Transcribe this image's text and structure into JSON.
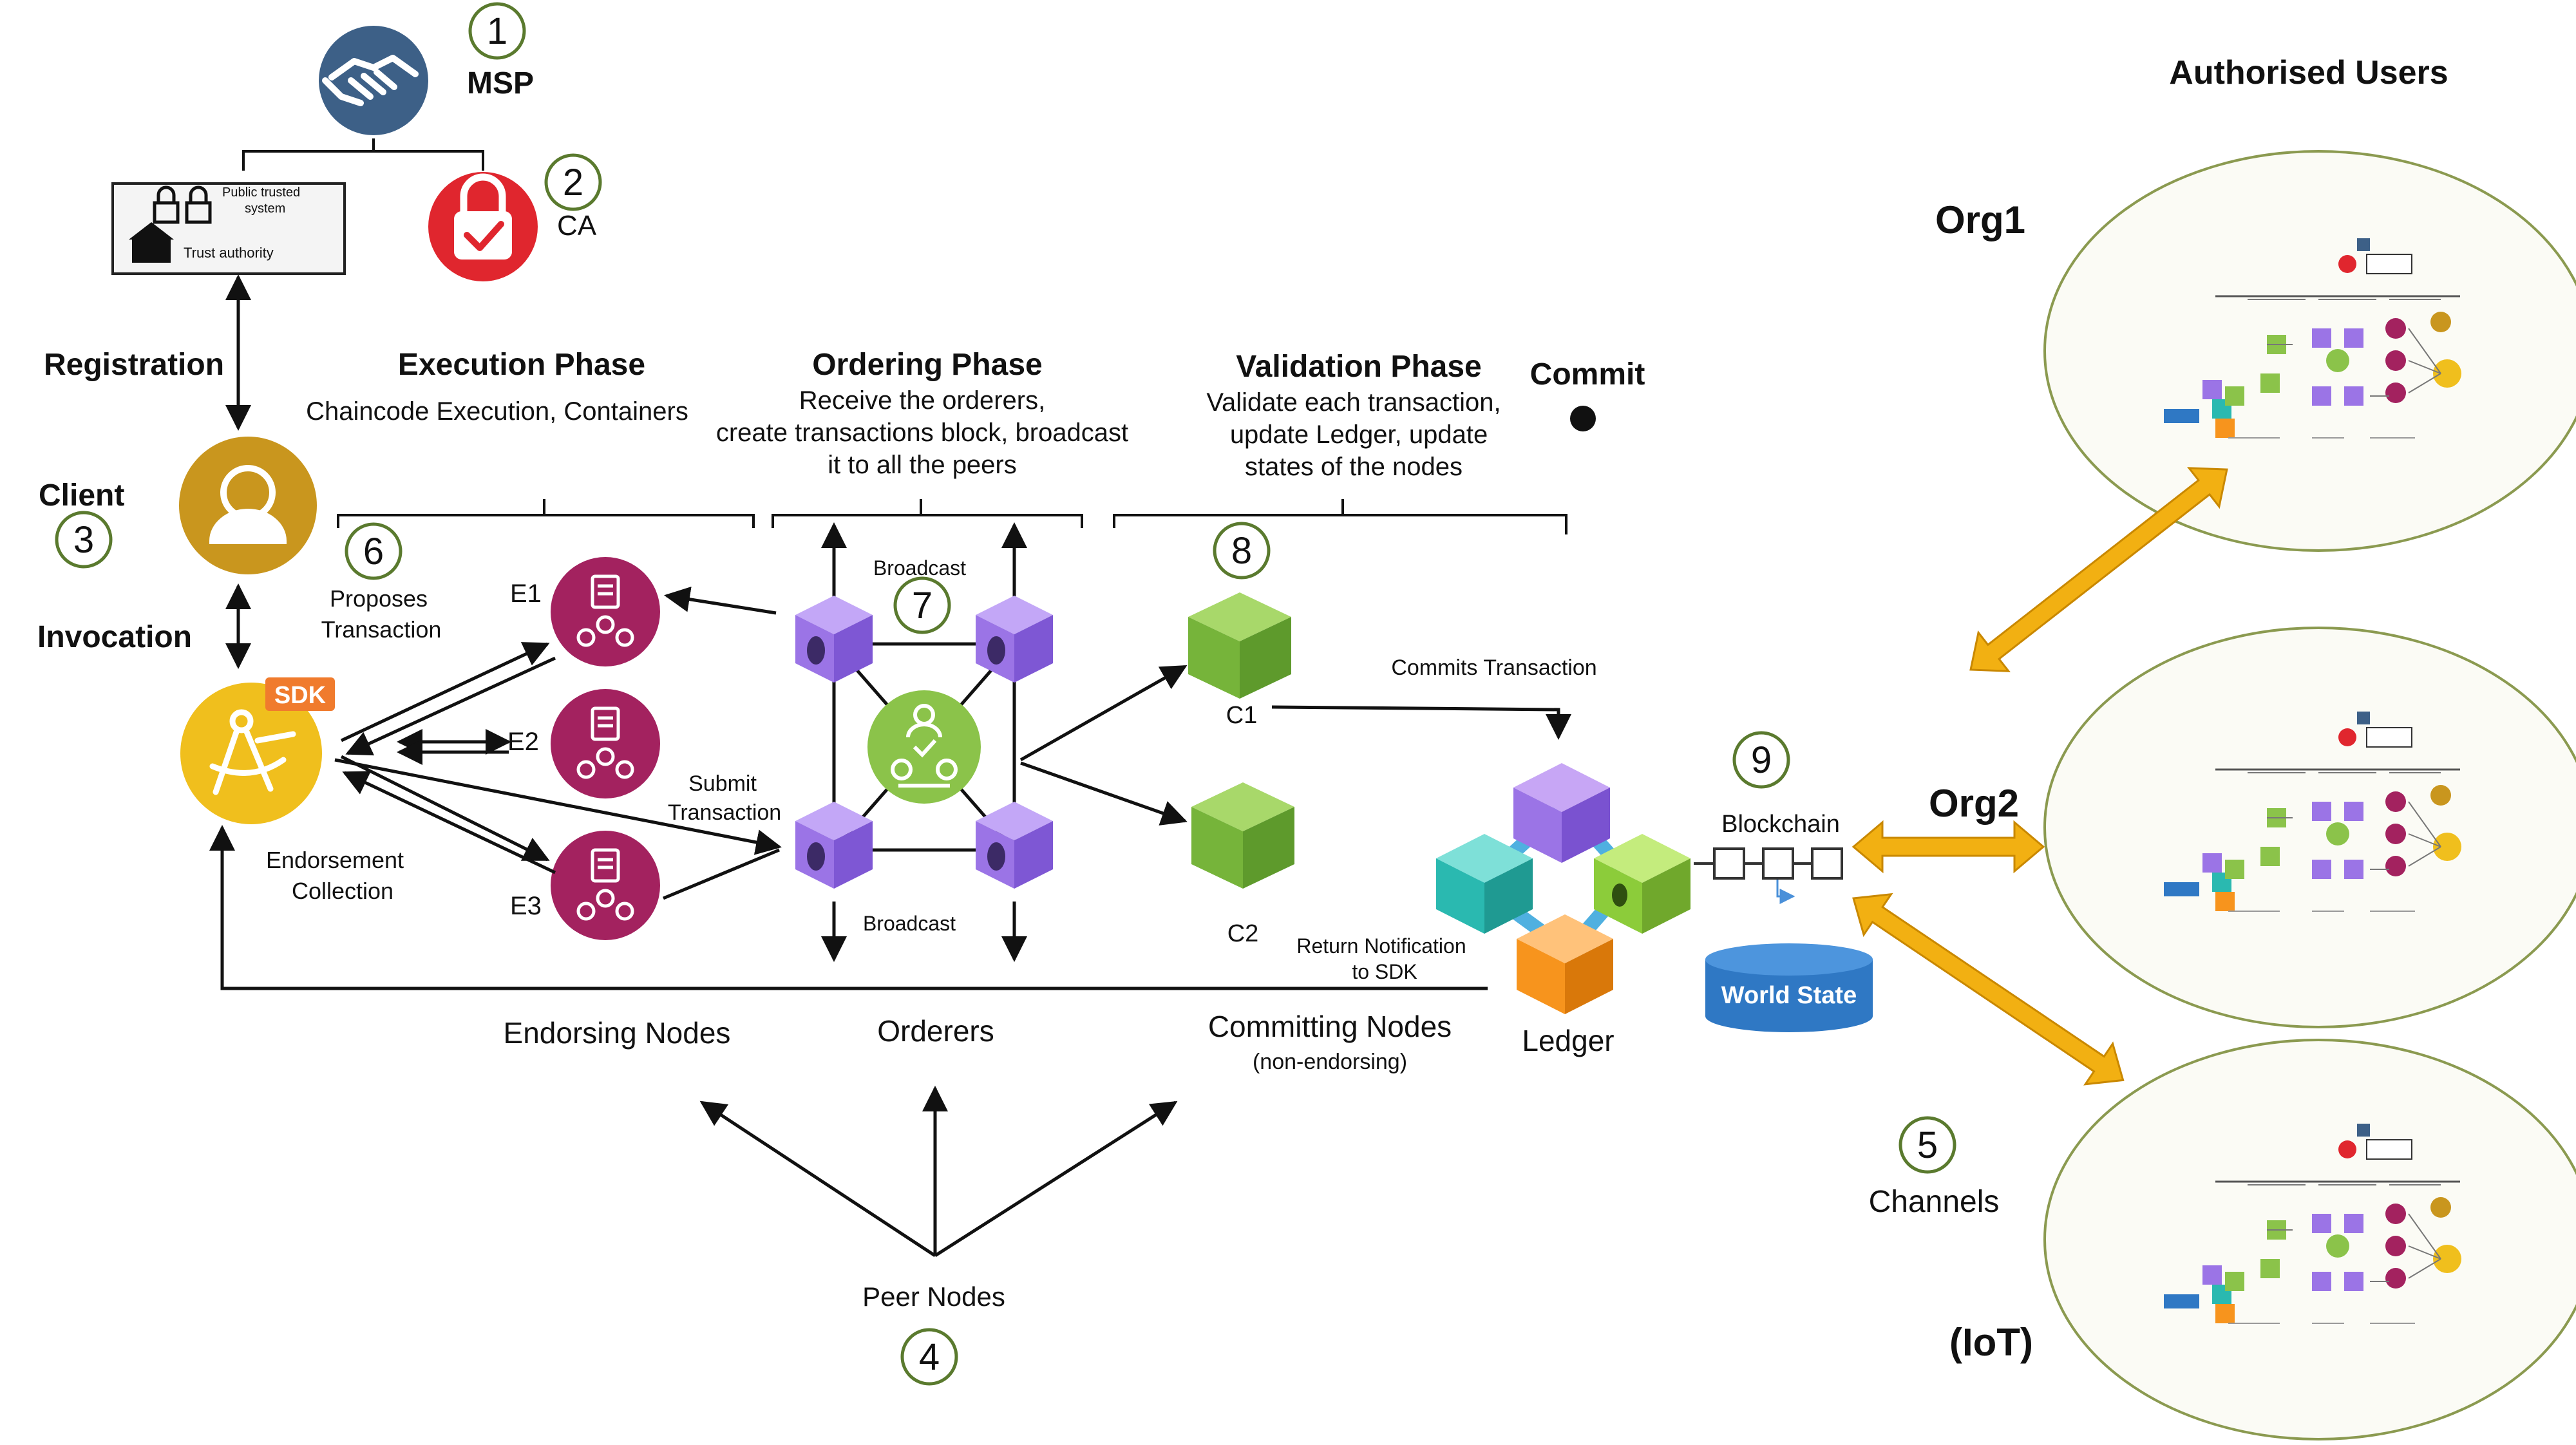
{
  "msp": {
    "number": "1",
    "label": "MSP"
  },
  "ca": {
    "number": "2",
    "label": "CA"
  },
  "trust_card": {
    "line1": "Public trusted",
    "line2": "system",
    "line3": "Trust authority"
  },
  "registration": "Registration",
  "client": {
    "label": "Client",
    "number": "3"
  },
  "invocation": "Invocation",
  "sdk": {
    "badge": "SDK"
  },
  "execution": {
    "title": "Execution Phase",
    "subtitle": "Chaincode Execution, Containers"
  },
  "ordering": {
    "title": "Ordering Phase",
    "line1": "Receive the orderers,",
    "line2": "create transactions block, broadcast",
    "line3": "it to all the peers"
  },
  "validation": {
    "title": "Validation Phase",
    "line1": "Validate each transaction,",
    "line2": "update Ledger, update",
    "line3": "states of the nodes"
  },
  "commit": {
    "label": "Commit"
  },
  "proposes": {
    "number": "6",
    "line1": "Proposes",
    "line2": "Transaction"
  },
  "endorsers": [
    {
      "label": "E1"
    },
    {
      "label": "E2"
    },
    {
      "label": "E3"
    }
  ],
  "endorsement": {
    "line1": "Endorsement",
    "line2": "Collection"
  },
  "submit": {
    "line1": "Submit",
    "line2": "Transaction"
  },
  "broadcast_top": {
    "label": "Broadcast",
    "number": "7"
  },
  "broadcast_bottom": "Broadcast",
  "committers": [
    {
      "label": "C1"
    },
    {
      "label": "C2"
    }
  ],
  "validation_number": "8",
  "commits_transaction": "Commits Transaction",
  "return_notification": {
    "line1": "Return Notification",
    "line2": "to SDK"
  },
  "ledger": "Ledger",
  "blockchain": {
    "number": "9",
    "label": "Blockchain"
  },
  "world_state": "World State",
  "bottom_labels": {
    "endorsing": "Endorsing Nodes",
    "orderers": "Orderers",
    "committing": "Committing Nodes",
    "committing_sub": "(non-endorsing)"
  },
  "peer_nodes": {
    "label": "Peer Nodes",
    "number": "4"
  },
  "right": {
    "title": "Authorised Users",
    "org1": "Org1",
    "org2": "Org2",
    "channels": {
      "number": "5",
      "label": "Channels"
    },
    "iot": "(IoT)"
  },
  "colors": {
    "msp": "#3d6087",
    "ca": "#e0262e",
    "client": "#c9961e",
    "sdk": "#f0bf1d",
    "sdk_badge": "#f07b2d",
    "endorser": "#a3225f",
    "orderer": "#9b74e6",
    "orderer_center": "#8bc34a",
    "committer": "#76b43a",
    "ledger_teal": "#2ab9b0",
    "ledger_orange": "#f7941d",
    "world_state": "#2f78c4",
    "gold_arrow": "#f2b012",
    "ellipse_fill": "#fbfbf5",
    "ellipse_stroke": "#8b9a50"
  }
}
